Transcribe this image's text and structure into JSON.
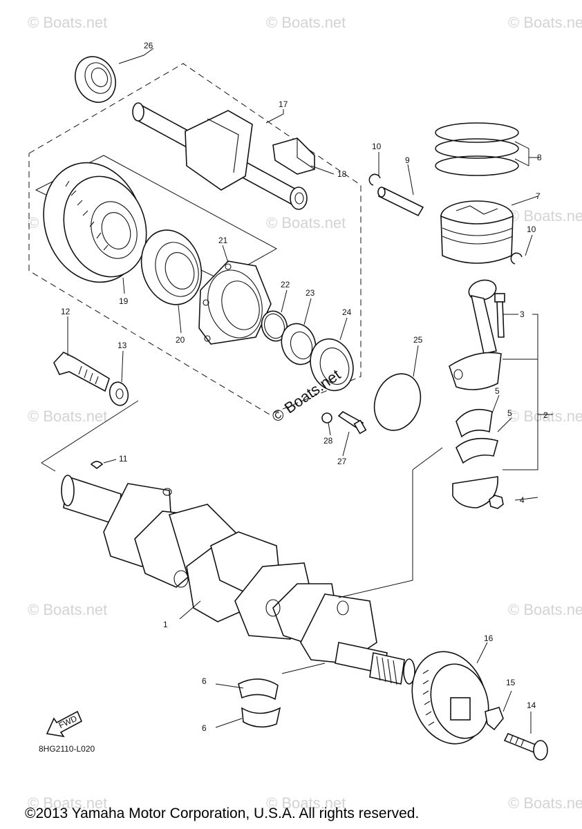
{
  "diagram": {
    "callouts": [
      "1",
      "2",
      "3",
      "4",
      "5",
      "5",
      "6",
      "6",
      "7",
      "8",
      "9",
      "10",
      "10",
      "11",
      "12",
      "13",
      "14",
      "15",
      "16",
      "17",
      "18",
      "19",
      "20",
      "21",
      "22",
      "23",
      "24",
      "25",
      "26",
      "27",
      "28"
    ],
    "drawing_code": "8HG2110-L020",
    "fwd_label": "FWD",
    "watermark": "© Boats.net",
    "center_watermark": "© Boats.net",
    "copyright": "©2013 Yamaha Motor Corporation, U.S.A. All rights reserved."
  }
}
